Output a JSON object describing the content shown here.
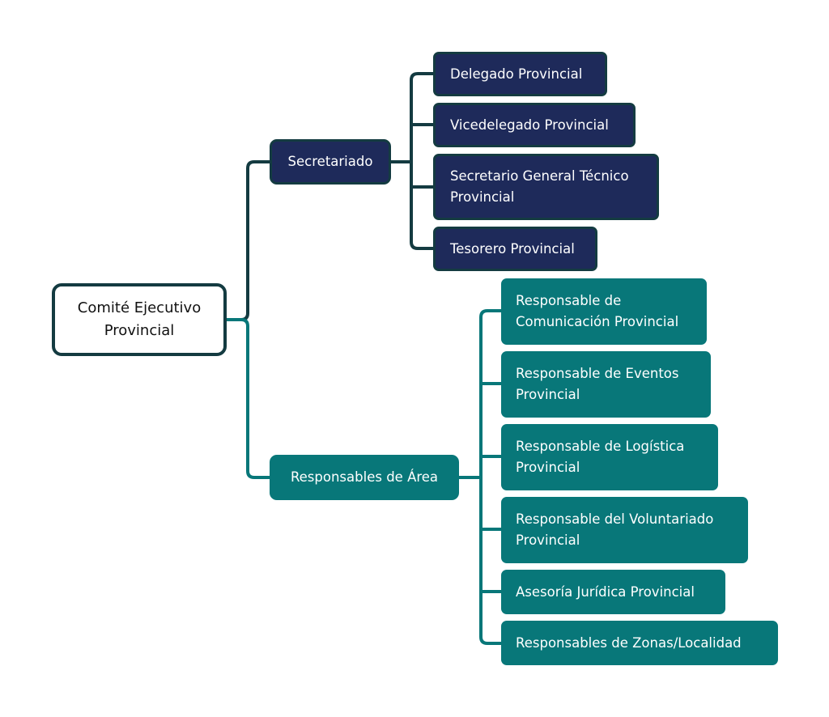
{
  "root": {
    "label": "Comité Ejecutivo Provincial"
  },
  "branches": [
    {
      "label": "Secretariado",
      "color": "#1e2a5a",
      "line_color": "#143b41",
      "children": [
        "Delegado Provincial",
        "Vicedelegado Provincial",
        "Secretario General Técnico Provincial",
        "Tesorero Provincial"
      ]
    },
    {
      "label": "Responsables de Área",
      "color": "#087779",
      "line_color": "#087779",
      "children": [
        "Responsable de Comunicación Provincial",
        "Responsable de Eventos Provincial",
        "Responsable de Logística Provincial",
        "Responsable del Voluntariado Provincial",
        "Asesoría Jurídica Provincial",
        "Responsables de Zonas/Localidad"
      ]
    }
  ]
}
